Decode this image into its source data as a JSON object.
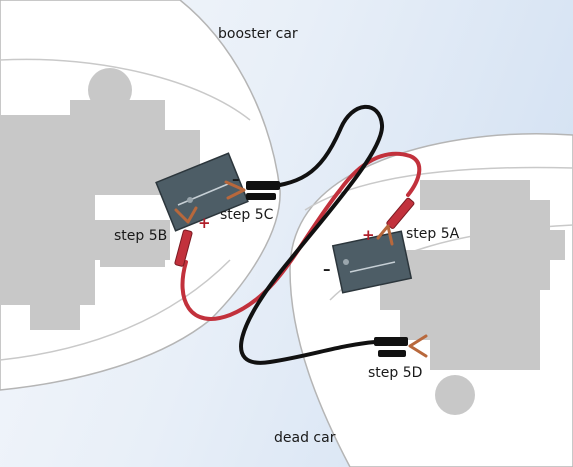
{
  "labels": {
    "booster_car": "booster car",
    "dead_car": "dead car",
    "step_5a": "step 5A",
    "step_5b": "step 5B",
    "step_5c": "step 5C",
    "step_5d": "step 5D"
  },
  "polarity": {
    "positive": "+",
    "negative": "–"
  },
  "colors": {
    "background": "#dfe9f6",
    "car_body": "#ffffff",
    "engine_parts": "#c8c8c8",
    "battery": "#4d5d66",
    "positive_cable": "#c2313c",
    "negative_cable": "#111111",
    "clamp": "#b8683c",
    "positive_sign": "#b01e2a"
  }
}
